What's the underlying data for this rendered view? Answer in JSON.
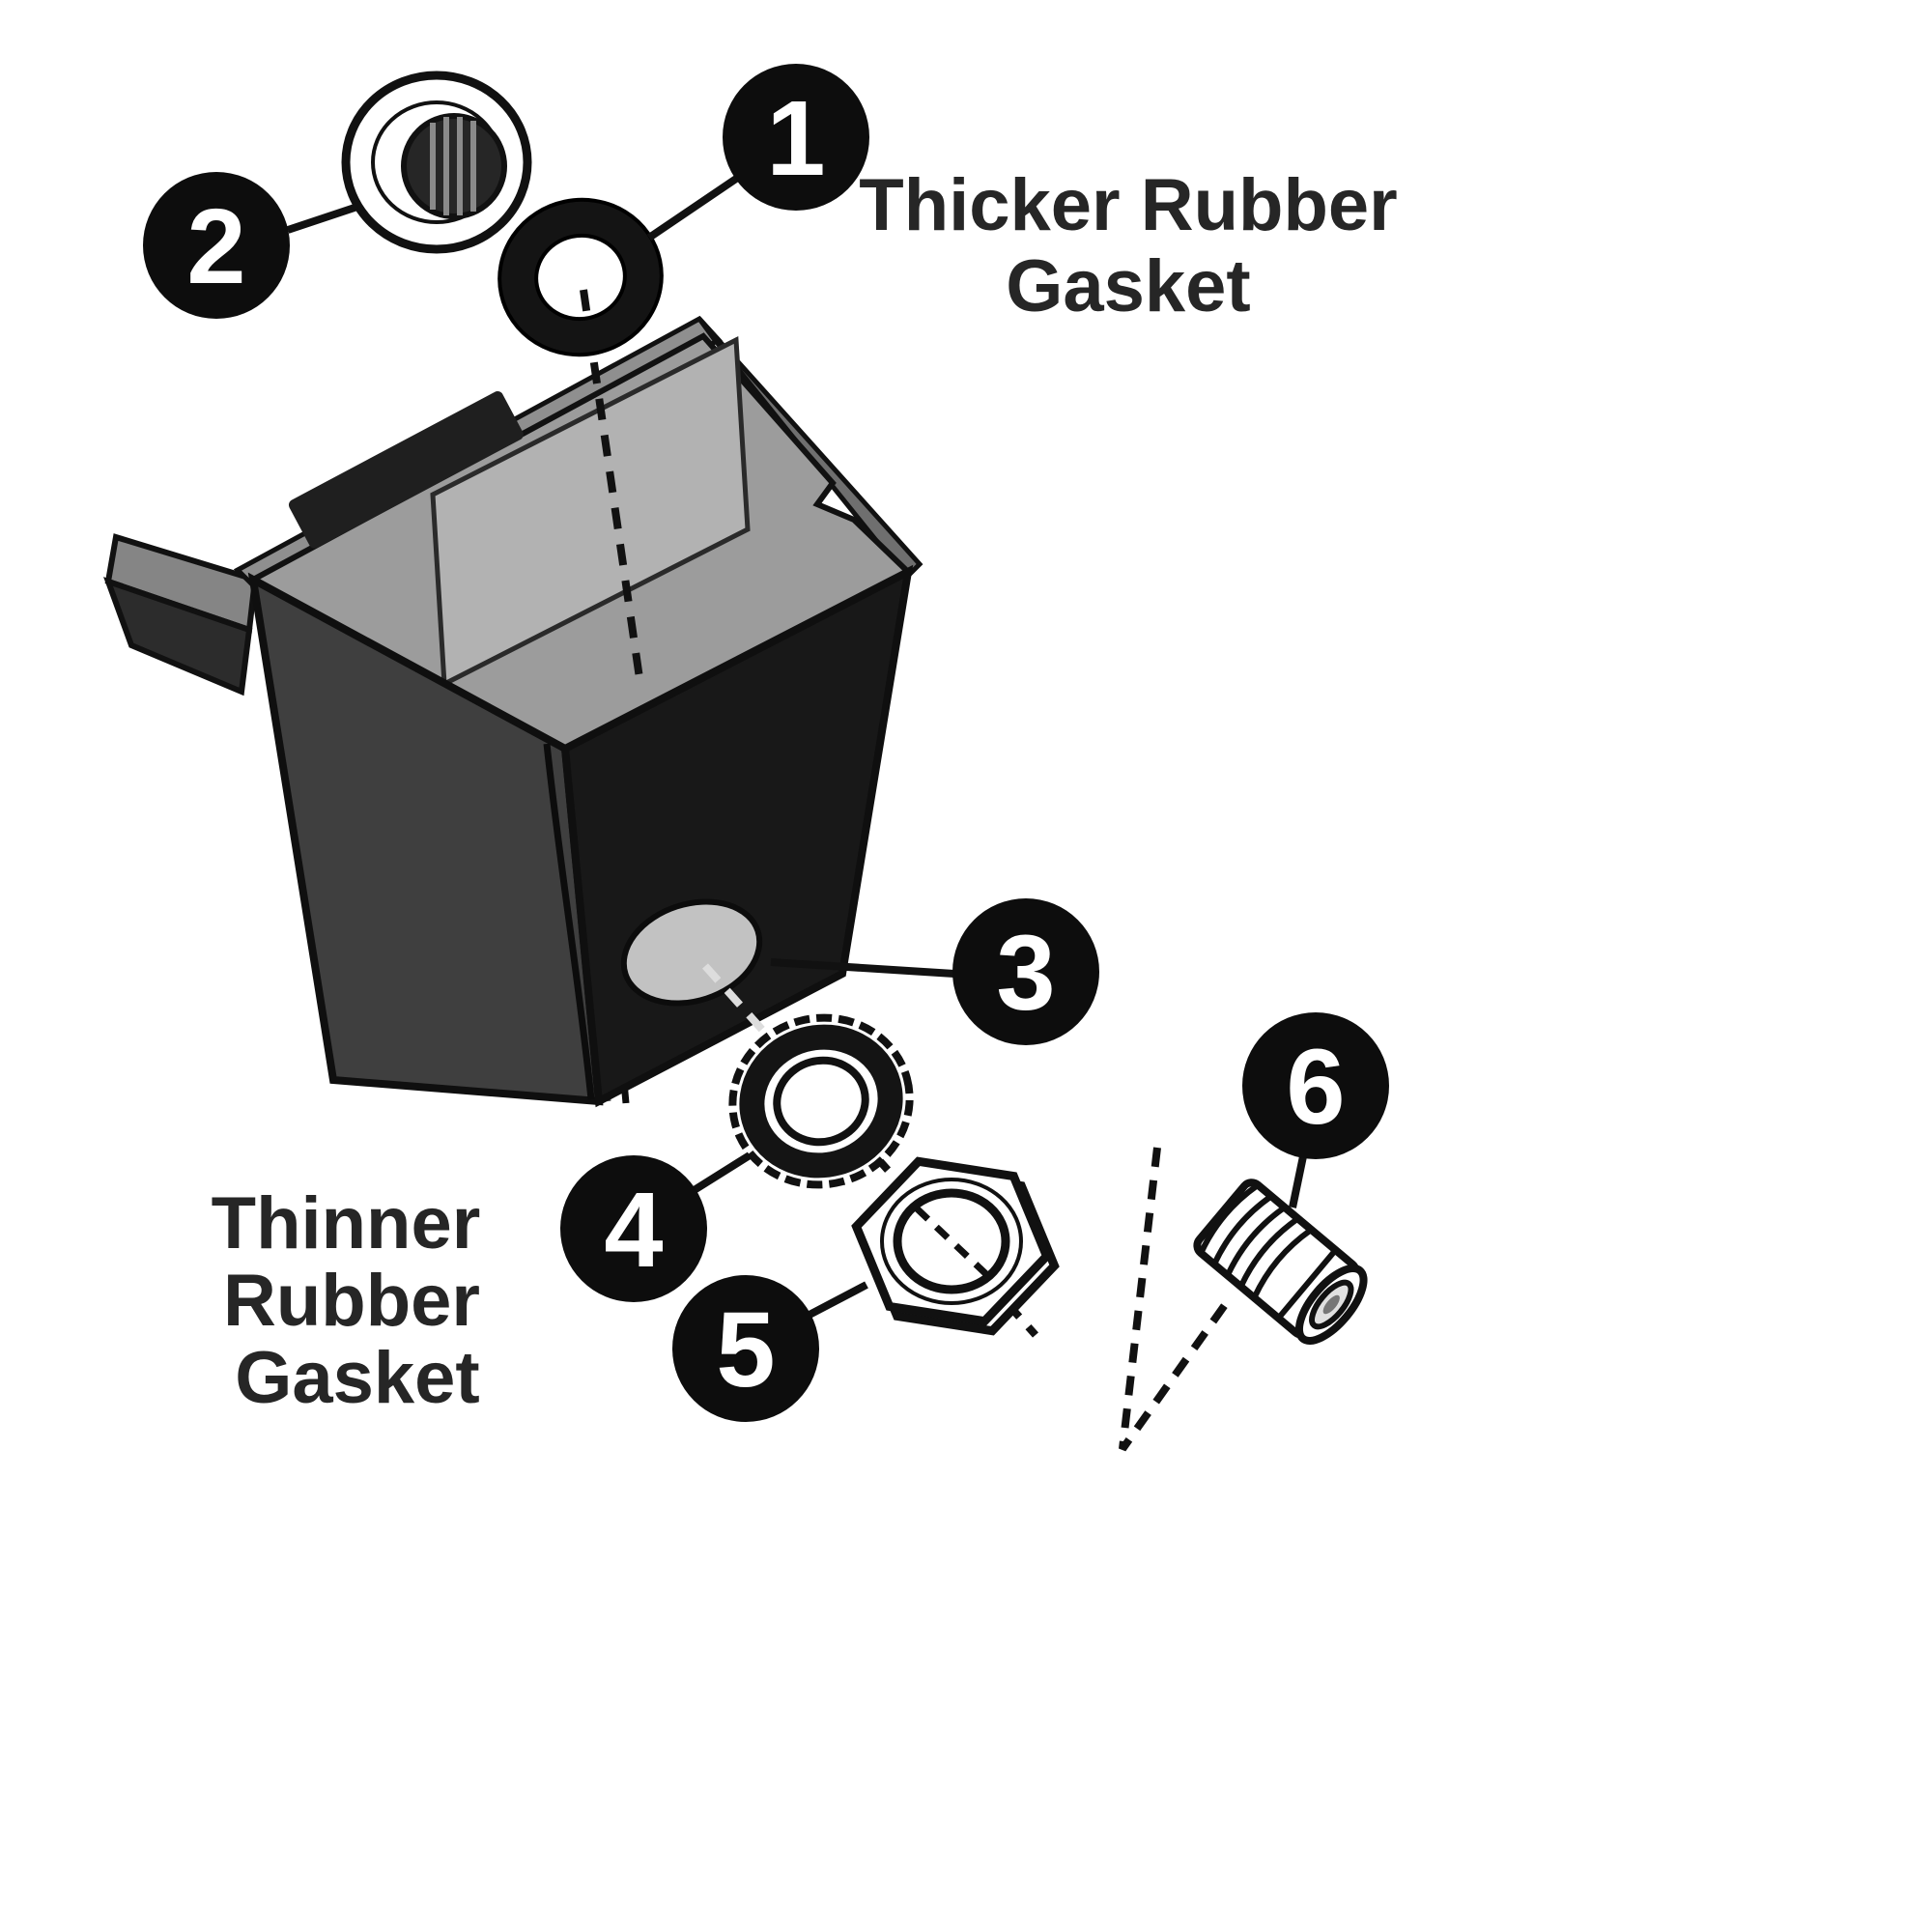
{
  "figure": {
    "type": "exploded-parts-diagram",
    "callouts": [
      {
        "label": "1"
      },
      {
        "label": "2"
      },
      {
        "label": "3"
      },
      {
        "label": "4"
      },
      {
        "label": "5"
      },
      {
        "label": "6"
      }
    ],
    "annotations": {
      "thicker_gasket": {
        "line1": "Thicker Rubber",
        "line2": "Gasket"
      },
      "thinner_gasket": {
        "line1": "Thinner",
        "line2": "Rubber",
        "line3": "Gasket"
      }
    },
    "colors": {
      "callout_bg": "#0d0d0d",
      "callout_text": "#ffffff",
      "label_text": "#262626",
      "line": "#111111",
      "container_front": "#3f3f3f",
      "container_side": "#181818",
      "container_interior": "#9c9c9c",
      "rim": "#8f8f8f",
      "hole": "#c2c2c2"
    }
  }
}
